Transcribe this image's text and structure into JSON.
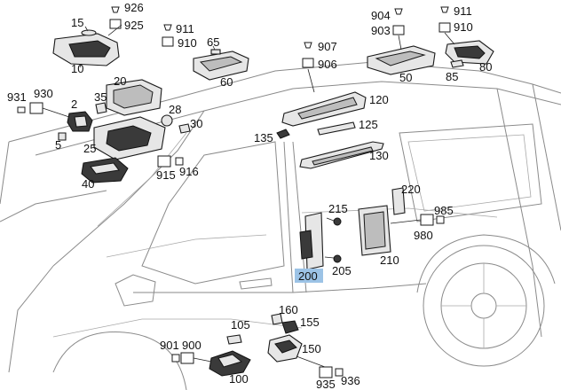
{
  "callouts": {
    "c926": "926",
    "c925": "925",
    "c15": "15",
    "c10": "10",
    "c911a": "911",
    "c910a": "910",
    "c65": "65",
    "c60": "60",
    "c907": "907",
    "c906": "906",
    "c904": "904",
    "c903": "903",
    "c50": "50",
    "c911b": "911",
    "c910b": "910",
    "c85": "85",
    "c80": "80",
    "c931": "931",
    "c930": "930",
    "c2": "2",
    "c35": "35",
    "c20": "20",
    "c28": "28",
    "c30": "30",
    "c5": "5",
    "c25": "25",
    "c40": "40",
    "c915a": "915",
    "c916a": "916",
    "c120": "120",
    "c125": "125",
    "c135": "135",
    "c130": "130",
    "c220": "220",
    "c215": "215",
    "c985": "985",
    "c980": "980",
    "c210": "210",
    "c205": "205",
    "c200": "200",
    "c160": "160",
    "c155": "155",
    "c105": "105",
    "c150": "150",
    "c901": "901",
    "c900": "900",
    "c100": "100",
    "c935": "935",
    "c936": "936"
  },
  "highlight": {
    "color": "#9cc3e6",
    "callout": "200"
  }
}
